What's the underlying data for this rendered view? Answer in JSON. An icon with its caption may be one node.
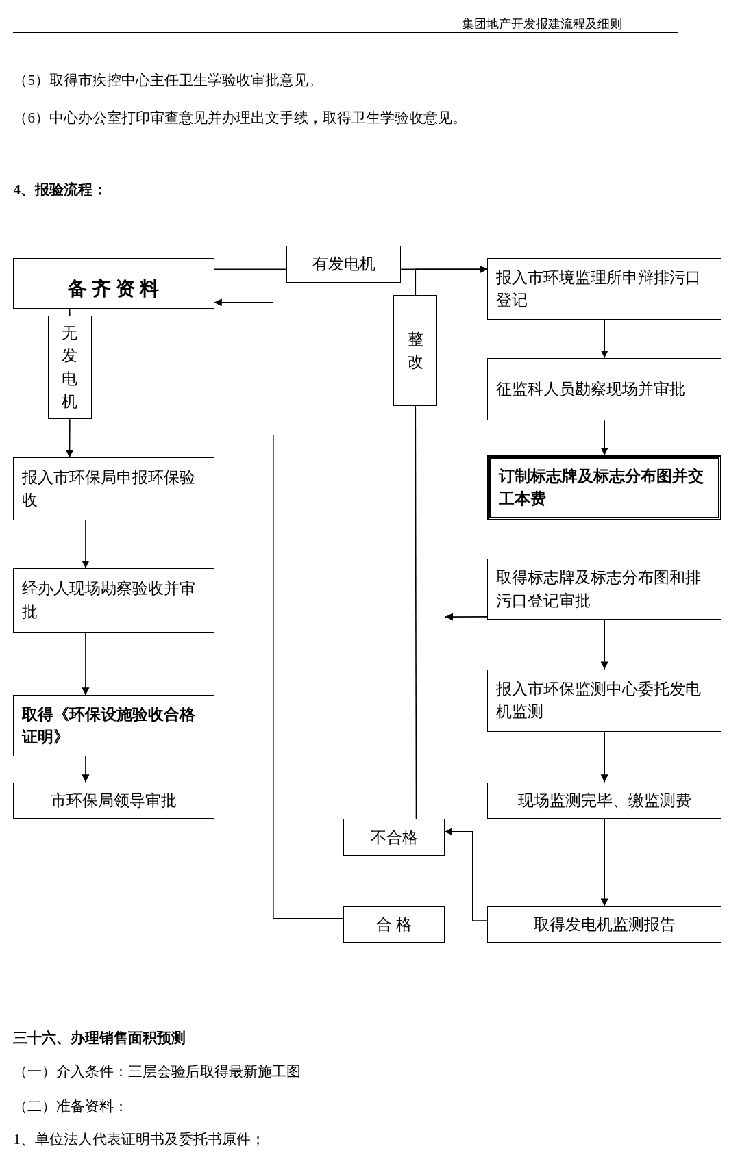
{
  "diagram": {
    "nodes": [
      {
        "text": [
          "备 齐 资 料"
        ]
      },
      {
        "text": [
          "报入市环境监理所申辩排污口登记"
        ]
      },
      {
        "text": [
          "征监科人员勘察现场并审批"
        ]
      },
      {
        "text": [
          "订制标志牌及标志分布图并交工本费"
        ]
      },
      {
        "text": [
          "取得标志牌及标志分布图和排污口登记审批"
        ]
      },
      {
        "text": [
          "报入市环保监测中心委托发电机监测"
        ]
      },
      {
        "text": [
          "现场监测完毕、缴监测费"
        ]
      },
      {
        "text": [
          "取得发电机监测报告"
        ]
      },
      {
        "text": [
          "报入市环保局申报环保验收"
        ]
      },
      {
        "text": [
          "经办人现场勘察验收并审批"
        ]
      },
      {
        "text": [
          "取得《环保设施验收合格证明》"
        ]
      },
      {
        "text": [
          "市环保局领导审批"
        ]
      },
      {
        "text": [
          "不合格"
        ]
      },
      {
        "text": [
          "合 格"
        ]
      },
      {
        "text": [
          "有发电机"
        ]
      },
      {
        "text": [
          "无发电机"
        ]
      },
      {
        "text": [
          "整改"
        ]
      }
    ],
    "edges": [
      {
        "from": 0,
        "to": 14,
        "arrow": "none"
      },
      {
        "from": 14,
        "to": 1,
        "arrow": "to"
      },
      {
        "from": 0,
        "to": 15,
        "arrow": "none"
      },
      {
        "from": 15,
        "to": 8,
        "arrow": "to"
      },
      {
        "from": 1,
        "to": 2,
        "arrow": "to"
      },
      {
        "from": 2,
        "to": 3,
        "arrow": "to"
      },
      {
        "from": 4,
        "to": 5,
        "arrow": "to"
      },
      {
        "from": 5,
        "to": 6,
        "arrow": "to"
      },
      {
        "from": 6,
        "to": 7,
        "arrow": "to"
      },
      {
        "from": 8,
        "to": 9,
        "arrow": "to"
      },
      {
        "from": 9,
        "to": 10,
        "arrow": "to"
      },
      {
        "from": 10,
        "to": 11,
        "arrow": "to"
      },
      {
        "from": 4,
        "to": null,
        "arrow": "to"
      },
      {
        "from": 7,
        "to": 12,
        "arrow": "to"
      },
      {
        "from": 12,
        "to": 16,
        "arrow": "none"
      },
      {
        "from": 16,
        "to": 1,
        "arrow": "to"
      },
      {
        "from": 13,
        "to": null,
        "arrow": "none"
      },
      {
        "from": null,
        "to": 0,
        "arrow": "to"
      }
    ],
    "labels": [
      "集团地产开发报建流程及细则",
      "（5）取得市疾控中心主任卫生学验收审批意见。",
      "（6）中心办公室打印审查意见并办理出文手续，取得卫生学验收意见。",
      "4、报验流程：",
      "三十六、办理销售面积预测",
      "（一）介入条件：三层会验后取得最新施工图",
      "（二）准备资料：",
      "1、单位法人代表证明书及委托书原件；"
    ]
  }
}
